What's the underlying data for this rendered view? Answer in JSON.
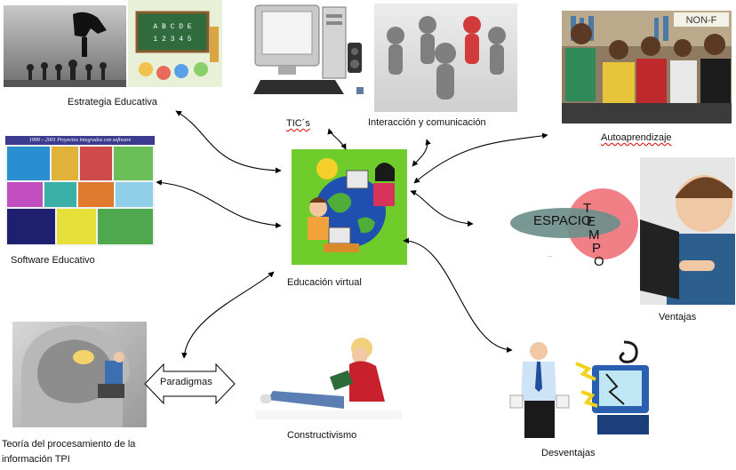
{
  "labels": {
    "estrategia": "Estrategia Educativa",
    "tics": "TIC´s",
    "interaccion": "Interacción y comunicación",
    "autoaprendizaje": "Autoaprendizaje",
    "software": "Software Educativo",
    "educacion": "Educación virtual",
    "ventajas": "Ventajas",
    "teoria_line1": "Teoría del procesamiento de la",
    "teoria_line2": "información TPI",
    "constructivismo": "Constructivismo",
    "desventajas": "Desventajas",
    "paradigmas": "Paradigmas"
  },
  "images": {
    "chalkboard_text_1": "A B C D E",
    "chalkboard_text_2": "1 2 3 4 5",
    "software_banner": "1999 – 2001 Proyectos integrados con software",
    "sign_text": "NON-F",
    "espacio": "ESPACIO",
    "tiempo_letters": [
      "T",
      "E",
      "M",
      "P",
      "O"
    ]
  },
  "colors": {
    "arrow": "#000000",
    "espacio_ellipse": "#6e8f8b",
    "tiempo_circle": "#f07f86",
    "underline_wavy": "#dd2222"
  }
}
